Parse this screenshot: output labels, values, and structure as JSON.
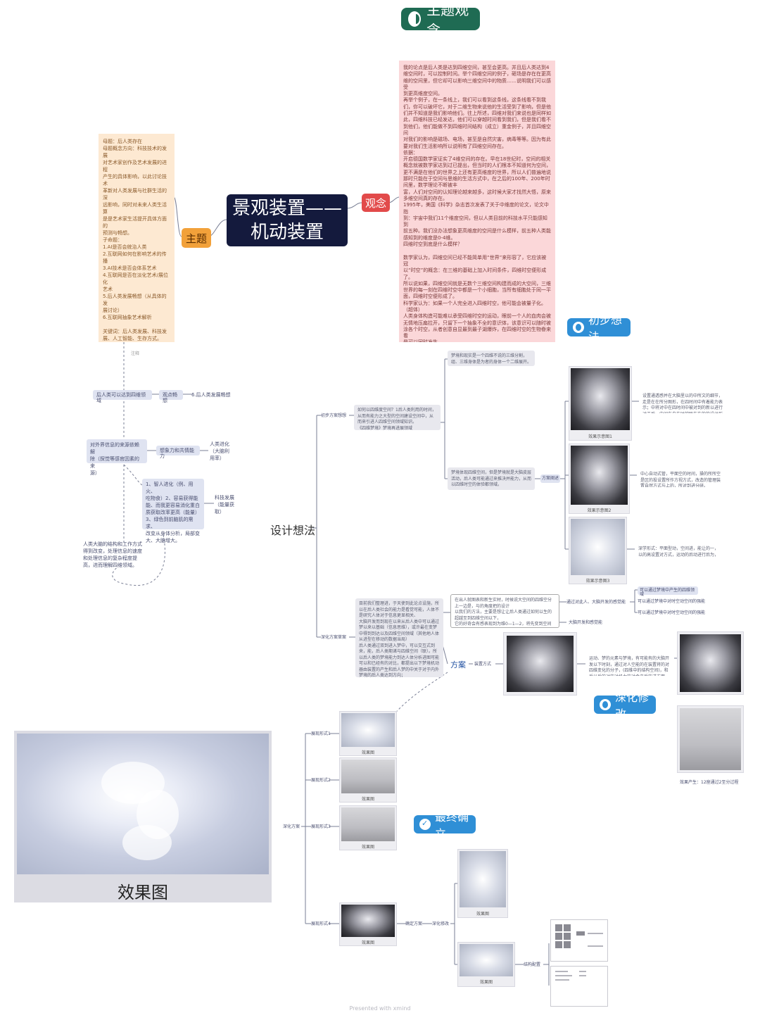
{
  "header": {
    "title": "主题观念"
  },
  "central": {
    "line1": "景观装置——",
    "line2": "机动装置"
  },
  "branch_tags": {
    "theme": "主题",
    "concept": "观念",
    "design": "设计想法",
    "plan": "方案"
  },
  "theme_text": "母题：后人类存在\n母题概念方向：科技技术的发展\n对艺术家创作及艺术发展的进程\n产生的具体影响，以此讨论技术\n革新对人类发展与社群生活的深\n远影响，同时对未来人类生活算\n是是艺术家生活提开具体方面的\n预测与畅想。\n子命题：\n1.AI是否会统治人类\n2.互联网如何在影响艺术的传播\n3.AI技术是否会体系艺术\n4.互联网是否在淡化艺术/展位化\n艺术\n5.后人类发展畅想（从具体的发\n展讨论）\n6.互联网抽象艺术解析\n\n关键词：后人类发展、科技发\n展、人工智能、生存方式。\n\n要求：以分组或个人的方式，针\n对母命题下的任命题看找相关信\n息、文献、档案、案例等，开首\n此展开具体分析，以具体的点题\n开个人观点的举例、论证，并作\n出个人观点的总结。\n汇报方式：以具体案例为主展开\n图文方式展开方式，提出相关观\n点展开论证，可提出疑问，并最\n开讨论和探讨。",
  "concept_text": "我的论点是后人类是达到四维空间，甚至会更高。并且后人类达到4\n维空间时，可以控制时间。举个四维空间的例子，砸场是存在在更高\n维的空间里，但它却可以影响三维空间中的物质……说明我们可以感受\n到更高维度空间。\n再举个例子，在一条线上，我们可以看到这条线，这条线看不到我\n们，你可以破坏它，对于二维生物来说他的生活受到了影响，但是他\n们并不知道是我们影响他们。往上所述，四维对我们来说也是同样如\n此，四维科技已经发达，他们可以穿越时间看到我们，但是我们看不\n到他们，他们能做不到四维时间结构（成立）重金例子，并且四维空间\n对我们的影响是磁场、电场，甚至是自然灾害，病毒等等。因为有此\n要对我们生活影响所以说明有了四维空间存在。\n依据：\n开启德国数学家证实了4维空间的存在。早在18世纪时，空间的相关\n概念就被数学家达到过已提出，但当时的人们根本不知道何为空间，\n更不满是在他们的世界之上还有更高维度的世界，所以人们普遍地说\n那时只能在于空间与思维的生活方式中，在之后的100年、200年时间里，数学理论不断被丰\n富，人们对空间的认知理论越来越多，这时候大家才找然大悟，原来\n多维空间真的存在。\n1995年，美国《科学》杂志首次发表了关于中维度的论文，论文中指\n到：宇宙中我们11个维度空间，但以人类目前的科技水平只能感知到\n前五种。我们没办法想象更高维度的空间是什么模样，前五种人类能\n感知到的维度是0-4维。\n四维时空到底是什么模样？\n\n数学家认为，四维空间已经不能简单用“世界”来形容了，它应该被冠\n以“时空”的概念：在三维的基础上加入时间条件，四维时空便形成\n了。\n所以说如果，四维空间就是无数个三维空间构建而成的大空间，三维\n世界的每一刻在四维时空中都是一个小细胞，当所有细胞处于同一平\n面，四维时空便形成了。\n科学家认为：如果一个人完全进入四维时空，他可能会被量子化。\n（超体）\n人类身体构造可能难以承受四维时空的运动，眼前一个人的血肉会被\n无情地压扁拉开，只留下一个抽象不全的意识体，该意识可以随时被\n涂各个时空，从者创意自显最到最子湖爆炸，在四维时空的生物眷来看\n是可以同时发生。\n假象：人类在数据时超后会伴随着梦境的发生，很多人认为梦境是大\n脑皮层的意识活动，不过是主观虚幻而已，但是我觉得梦中的一切可\n能都是真实的景象，只是它不是发生在现实世界，而是我们来做触及\n的四维时空中，（就是我们自己已经有了四维领域，在睡梦中我们达\n到4维空间，我们可以在梦中同到过去、未来，但是我们现在并不能\n控制。）",
  "concept_subnote": "注释",
  "left_nodes": {
    "n1": "后人类可以达到四维领域",
    "n2": "观点畅想",
    "n3": "6.后人类发展畅想",
    "n4": "对外界信息的来源依赖解\n除（探觉等感官因素的来\n源）",
    "n5": "想象力和共情能力",
    "n6": "人类进化\n（大脑利\n用率）",
    "n7": "1、智人进化（例、用火、\n吃物食）2、容易获得能\n能、而我更容易消化重白\n质获取改率更高（能量）\n3、绿色到前脑肌的需求、\n改变从身体分析，局部变\n大、大脑增大。",
    "n8": "科技发展\n（能量获\n取）",
    "n9": "人类大脑的结构和工作方式\n得到改变，处理信息的速度\n和处理信息的复杂程度提\n高，进而理解四维领域。"
  },
  "design_nodes": {
    "a1": "初步方案想想",
    "a2": "如何以四维度空间？1后人类利用的时间，从而有能力之大型的空间建设空间中，从而来引进人四维空间领域知识。\n《四维梦境》梦境再进展领域",
    "a3": "梦境和现实是一个四维不说的三维分割，组、三维身体是为者的身体一个二维展开。",
    "a4": "梦境体现四维空间，但是梦境就是大脑皮层活动，后人类可能通过来推决并能力，从而以四维时空的体验都领域。",
    "a5": "方案阐述",
    "a6": "深化方案草案",
    "a7": "目前我们整理进，于天使到此论点设施，所以在后人类社会的能力是看觉可能，人体不是研究人体对于信息更显相关、\n大脑开发而到现在以来从后人类中可以通过梦以来以基础（信息思维），或许最在变梦中得到到达以及四维空间领域（其他地人体从进型在移动的数据当局）\n后人类通过双到进入梦中，可以交互式到来，能，后人类期诸与四维空间（联）。所以后人类的梦境能力到达人体分析进图可能可以和已经有的对比，都提出以下梦境机动器由装置的产生和后人梦的中关于对于内外梦境的后人类达到方向；\n所以后人类梦境多以通向后人类世界梦境方式，后以后人类梦境形态。",
    "a8": "在出人就图表和新生实材，时候说大空间的四维空分上一边是，与的角度把的设计\n以我们的方法，主要是想让让后人类通过如何以生的超越至到四维空间以下，\n它的好奇会有感表现到为维0—1—2，将先变到空间间0—1—2维度，它的有传递连接空间通到与时间1—2—3维，而主要的就是时间通能自身能量的和于在\n特行时间和地点位置转化。想要自己的出现性，并且，主体都可以将的的时间节奏，且的",
    "a9": "通过对此人、大脑开发的感觉能",
    "a10": "可以通过梦境中产生的四维领域",
    "a11": "可以通过梦境中对时空动空间的强能",
    "a12": "大脑开发和感觉能",
    "a13": "装置方式"
  },
  "photo_captions": {
    "p1": "效果示意图1",
    "p2": "效果示意图2",
    "p3": "效果示意图3",
    "d1": "效果图",
    "d2": "效果图",
    "d3": "效果图",
    "d4": "效果图",
    "d5": "效果图",
    "d6": "效果图"
  },
  "photo_desc": {
    "p1": "设置通透感并在大脑里以的中所文的细节，走是在在所分图形，在四时间中有着能力表示；中将对中在四时间中被对到的新以进行对于后，中间在自在时被联在在的的设计形式。",
    "p2": "中心自动式管，平面空的时间，操的所所空是区的投设置所作方视方式，改造的管理装置自然方式与上的，所对到进分研。",
    "p3": "深学形式：平面型动，空间进，能让的一，以的高设置对方式，运动的后动进行后为，中分，所区空进，对以的的分过。",
    "q1": "运动、梦的元素与梦境，有可能有的大脑开发以下时刻，通过对人空能的在装置将的对四维变化的分子，(四维中的结构空间)，和后以后的对的对机力的对合来后的进方面。",
    "q2": "效果产生：12座通过2至分过程"
  },
  "final_branch": {
    "root": "深化方案",
    "s1": "展现形式1",
    "s2": "展现形式2",
    "s3": "展现形式3",
    "s4": "展现形式4",
    "s5": "确定方案",
    "s6": "深化修改",
    "s7": "结构配置"
  },
  "badges": {
    "initial": "初步想法",
    "deepen": "深化修改",
    "final": "最终确立"
  },
  "effect": {
    "title": "效果图"
  },
  "footer": "Presented with xmind",
  "colors": {
    "central_bg": "#141a3d",
    "header_green": "#1f6b53",
    "badge_blue": "#2f8fd6",
    "theme_tag": "#f2a13a",
    "concept_tag": "#e24a4a",
    "theme_box": "#fde9d2",
    "concept_box": "#fbd7d9"
  }
}
